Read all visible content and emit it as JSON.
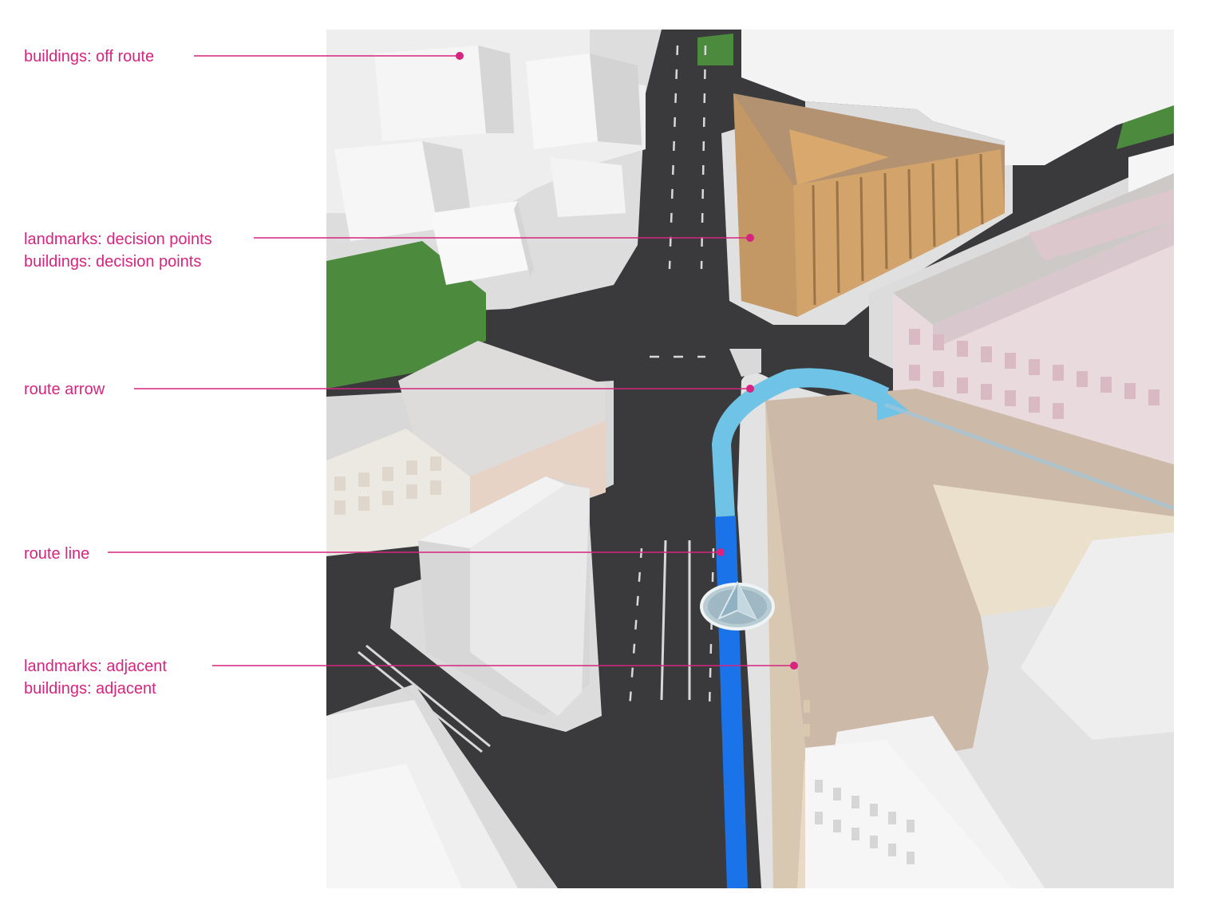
{
  "annotations": [
    {
      "id": "off-route",
      "lines": [
        "buildings: off route"
      ]
    },
    {
      "id": "decision-points",
      "lines": [
        "landmarks: decision points",
        "buildings: decision points"
      ]
    },
    {
      "id": "route-arrow",
      "lines": [
        "route arrow"
      ]
    },
    {
      "id": "route-line",
      "lines": [
        "route line"
      ]
    },
    {
      "id": "adjacent",
      "lines": [
        "landmarks: adjacent",
        "buildings: adjacent"
      ]
    }
  ],
  "colors": {
    "accent": "#d6247f",
    "road": "#3a3a3c",
    "route_line": "#1a73e8",
    "route_arrow": "#6ec3e6",
    "landmark_decision": "#d2a36b",
    "landmark_adjacent": "#cdb9a8",
    "park": "#4c8a3e",
    "building_off_route": "#f1f1f1",
    "sidewalk": "#e1e1e1"
  },
  "icons": {
    "position_marker": "navigation-arrow-icon"
  }
}
